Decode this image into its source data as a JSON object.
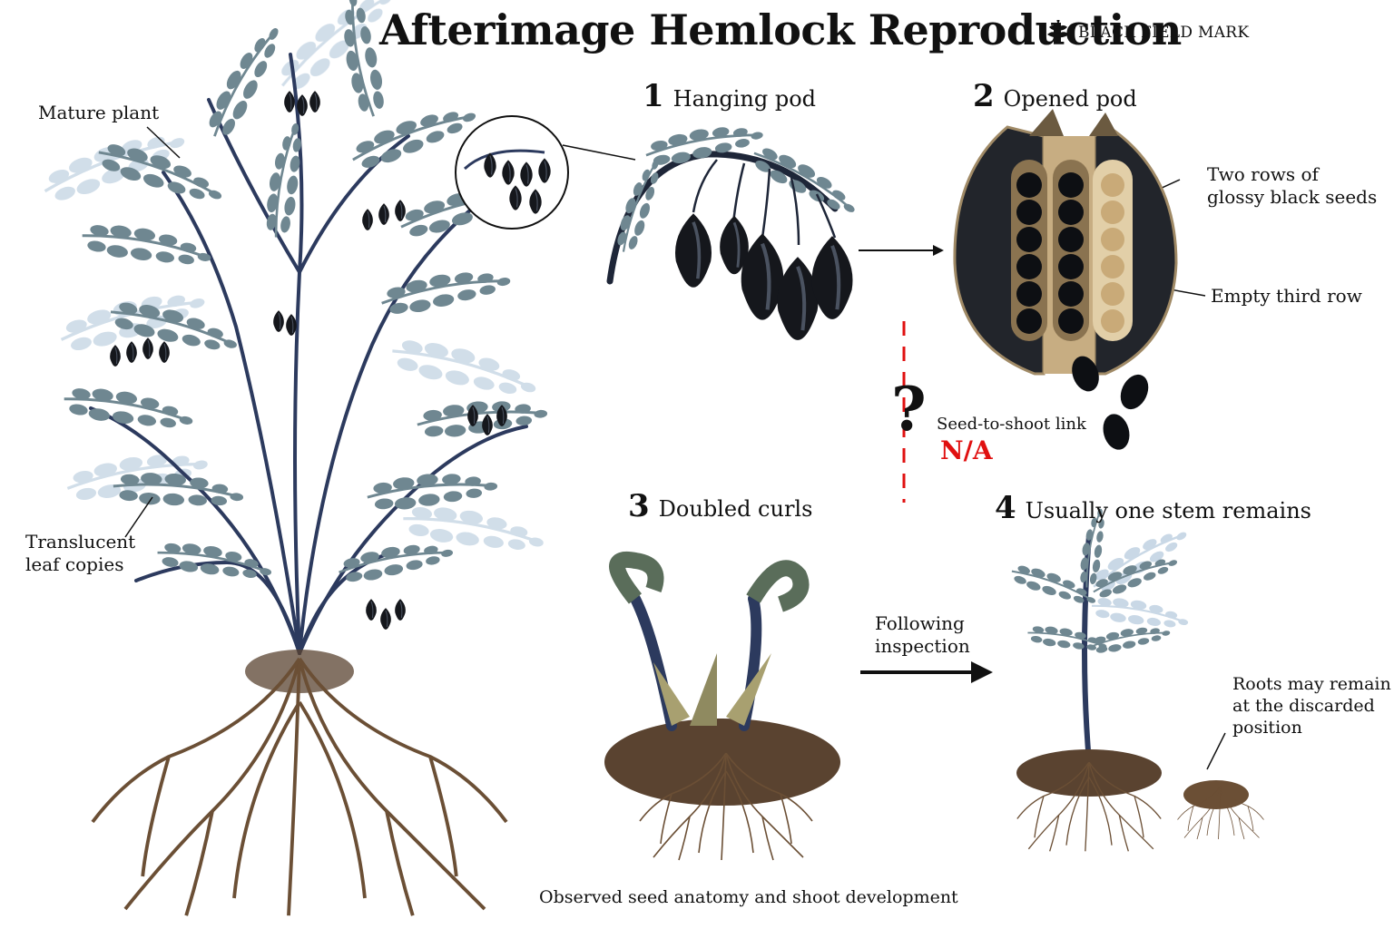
{
  "title": "Afterimage Hemlock Reproduction",
  "brand": {
    "text": "BLACK FIELD MARK",
    "icon": "plant-mark-icon"
  },
  "labels": {
    "mature_plant": "Mature plant",
    "translucent_line1": "Translucent",
    "translucent_line2": "leaf copies",
    "two_rows_line1": "Two rows of",
    "two_rows_line2": "glossy black seeds",
    "empty_row": "Empty third row",
    "link_label": "Seed-to-shoot link",
    "link_value": "N/A",
    "question": "?",
    "following_line1": "Following",
    "following_line2": "inspection",
    "roots_line1": "Roots may remain",
    "roots_line2": "at the discarded",
    "roots_line3": "position"
  },
  "steps": [
    {
      "num": "1",
      "title": "Hanging pod"
    },
    {
      "num": "2",
      "title": "Opened pod"
    },
    {
      "num": "3",
      "title": "Doubled curls"
    },
    {
      "num": "4",
      "title": "Usually one stem remains"
    }
  ],
  "caption": "Observed seed anatomy and shoot development",
  "colors": {
    "stem": "#2c3a5e",
    "leaf": "#6f8791",
    "leaf_ghost": "#c9d8e6",
    "seed": "#15171c",
    "pod_inner": "#c7ad82",
    "root": "#6b4f35",
    "soil": "#5a4330",
    "accent_red": "#e01010"
  }
}
